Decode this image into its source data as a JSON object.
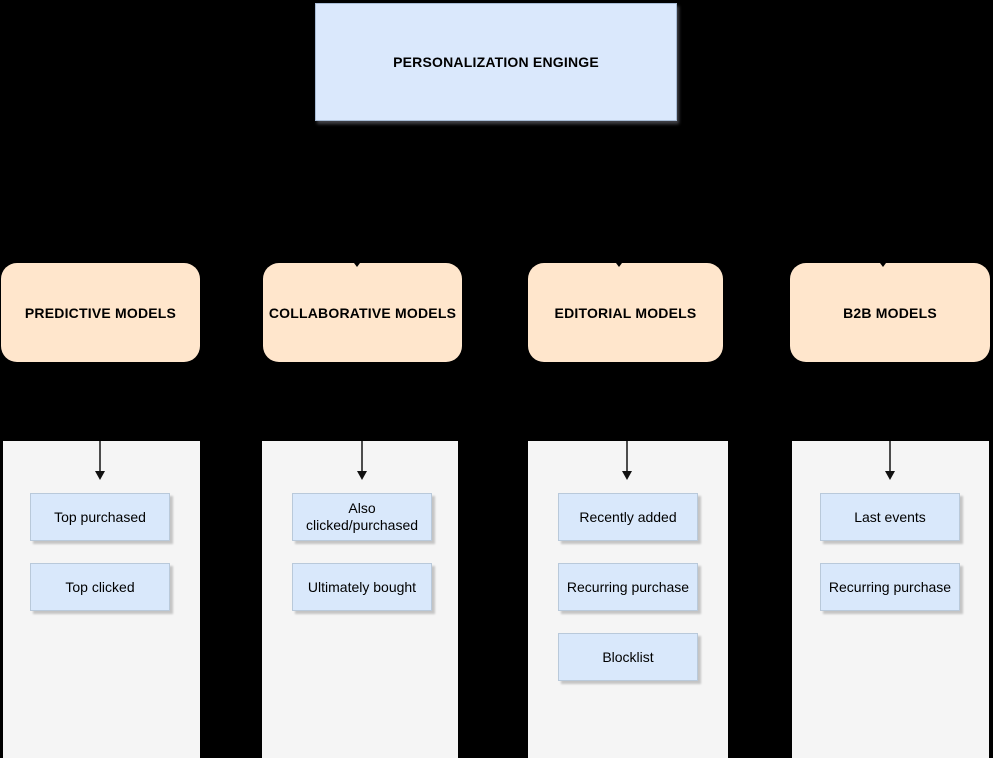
{
  "canvas": {
    "background_color": "#000000",
    "root_fill_color": "#dae8fc",
    "model_fill_color": "#ffe6cc",
    "lane_fill_color": "#f5f5f5",
    "item_fill_color": "#d9e8fb",
    "arrow_color": "#4d4d4d",
    "text_color": "#000000"
  },
  "diagram": {
    "root": {
      "label": "PERSONALIZATION ENGINGE"
    },
    "columns": [
      {
        "model": "PREDICTIVE MODELS",
        "items": [
          "Top purchased",
          "Top clicked"
        ]
      },
      {
        "model": "COLLABORATIVE MODELS",
        "items": [
          "Also clicked/purchased",
          "Ultimately bought"
        ]
      },
      {
        "model": "EDITORIAL MODELS",
        "items": [
          "Recently added",
          "Recurring purchase",
          "Blocklist"
        ]
      },
      {
        "model": "B2B MODELS",
        "items": [
          "Last events",
          "Recurring purchase"
        ]
      }
    ]
  }
}
